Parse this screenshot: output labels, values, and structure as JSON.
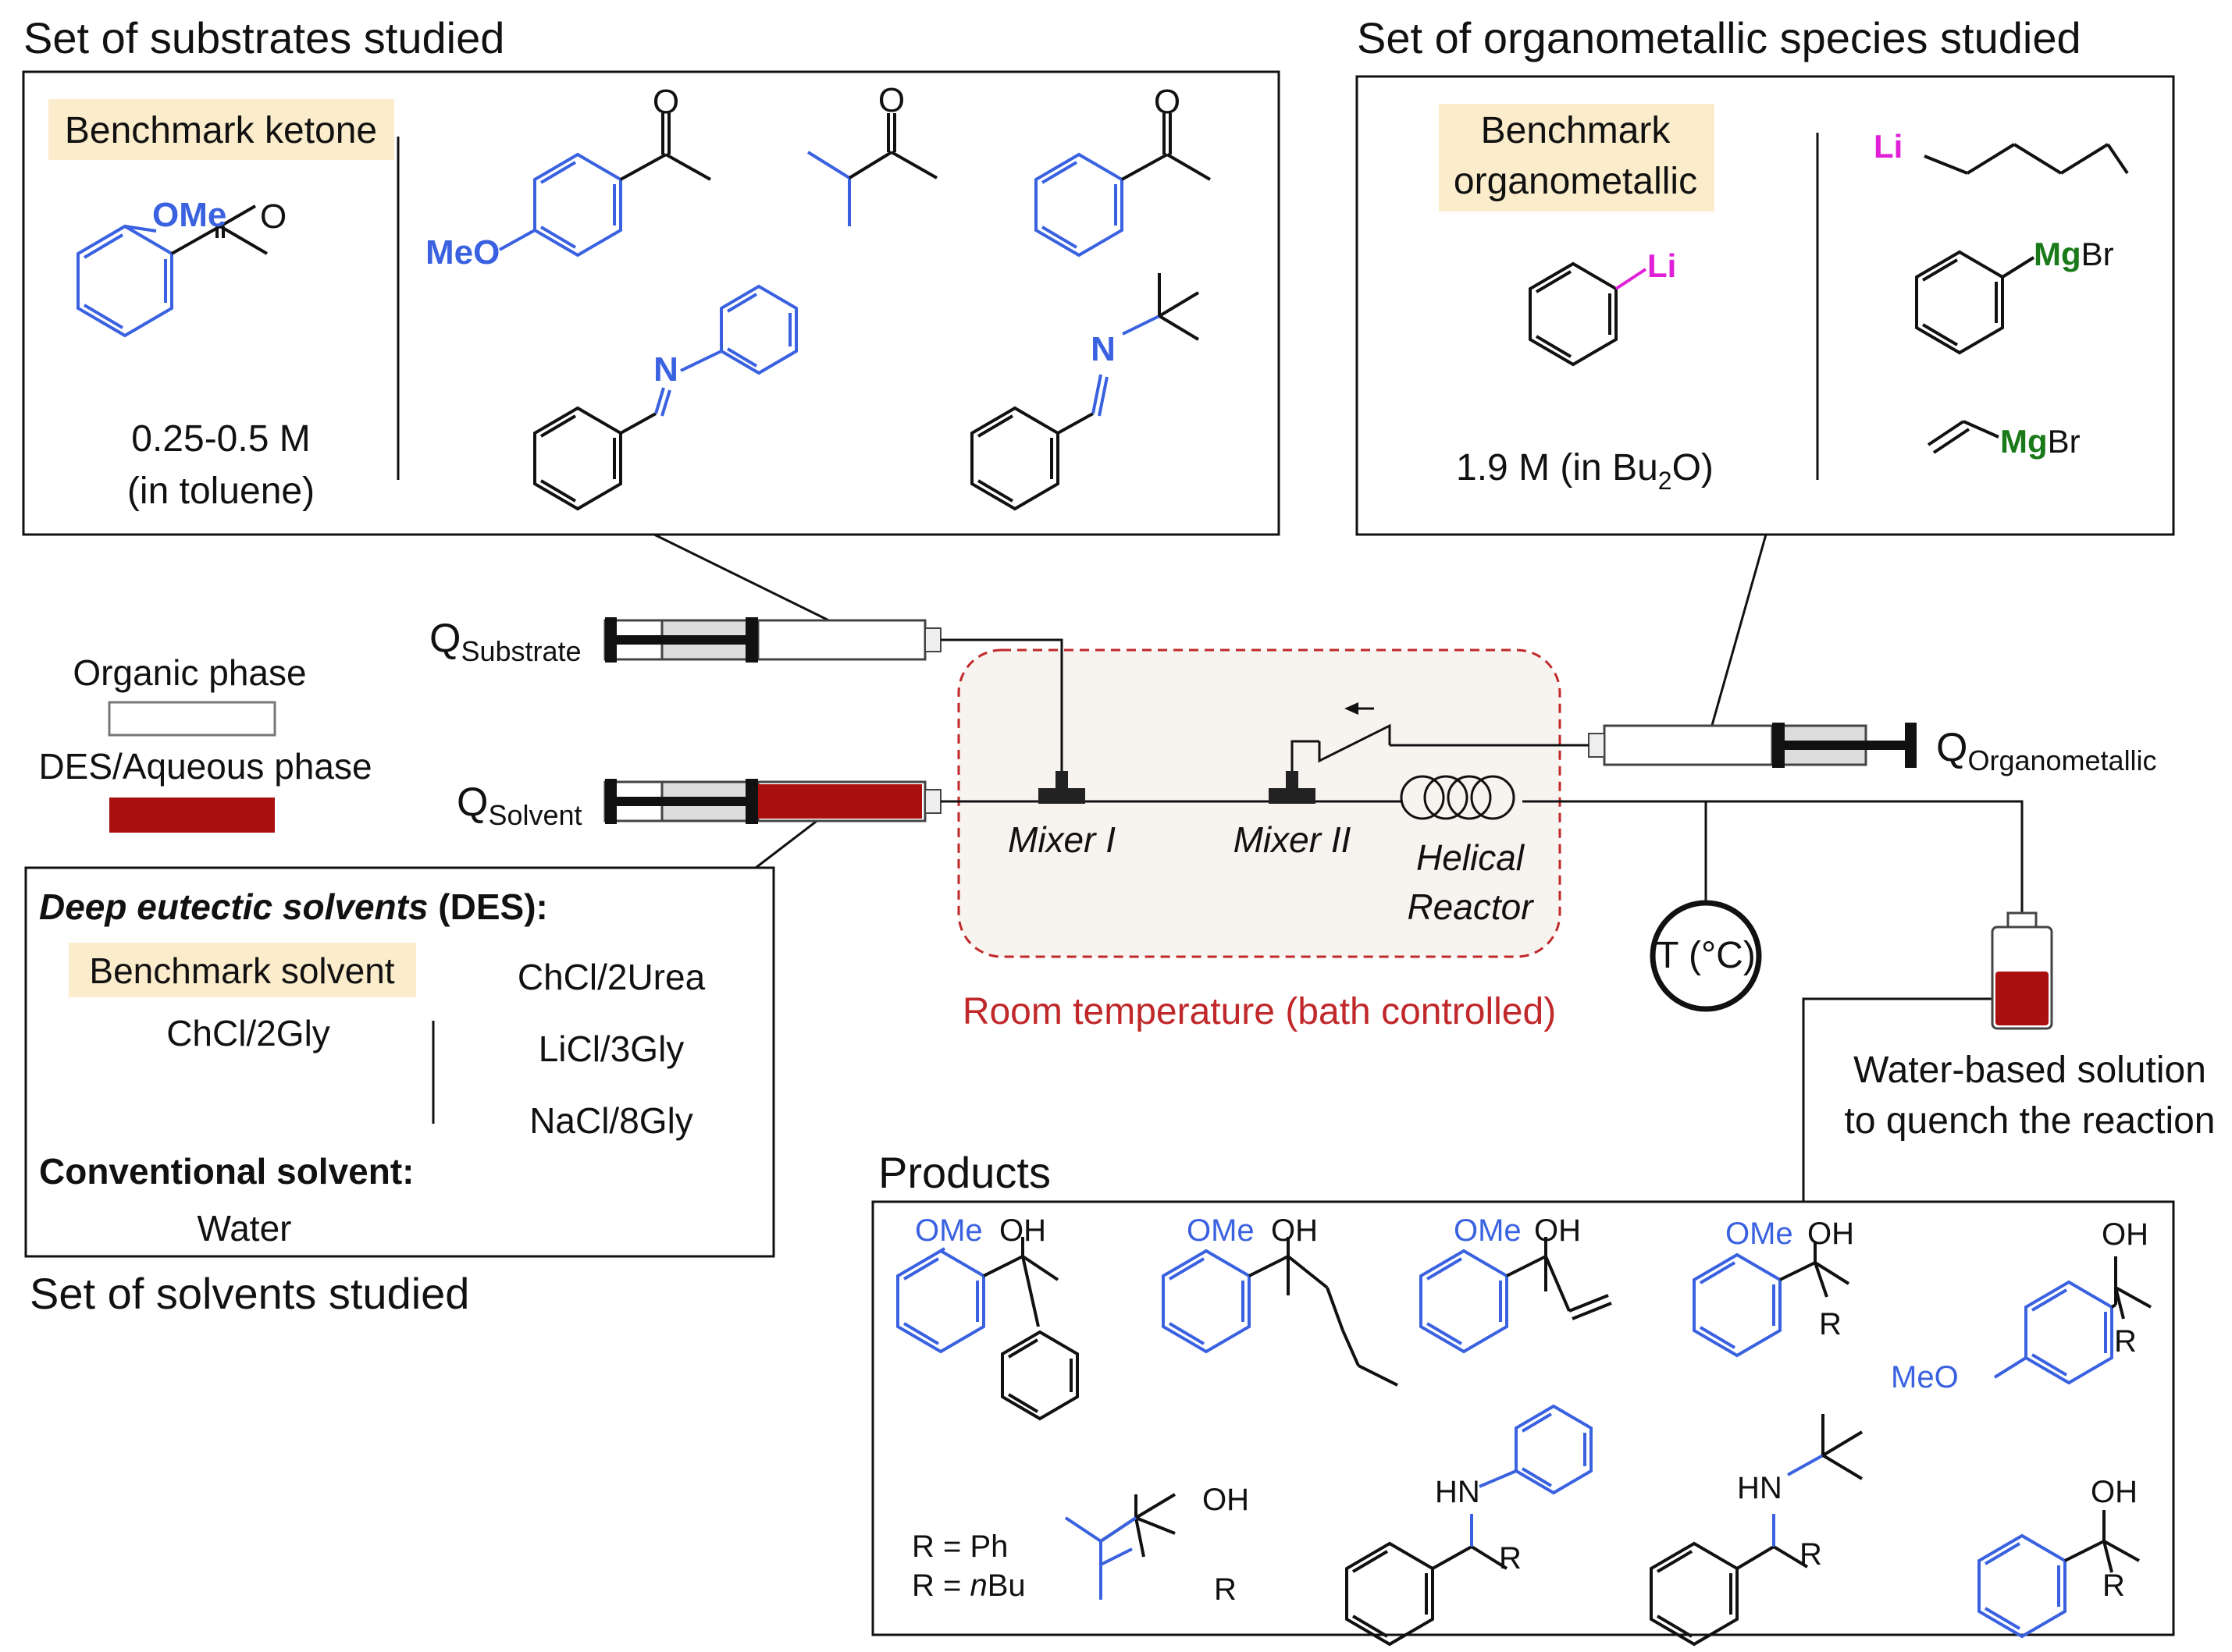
{
  "sections": {
    "substrates_title": "Set of substrates studied",
    "organometallic_title": "Set of organometallic species studied",
    "solvents_title": "Set of solvents studied",
    "products_title": "Products"
  },
  "substrates": {
    "benchmark_label": "Benchmark ketone",
    "concentration": "0.25-0.5 M",
    "concentration_solvent": "(in toluene)",
    "labels": {
      "ome": "OMe",
      "meo": "MeO",
      "o": "O",
      "n": "N"
    }
  },
  "organometallics": {
    "benchmark_label_line1": "Benchmark",
    "benchmark_label_line2": "organometallic",
    "concentration_prefix": "1.9 M (in Bu",
    "concentration_sub": "2",
    "concentration_suffix": "O)",
    "labels": {
      "li": "Li",
      "mg": "Mg",
      "br": "Br"
    }
  },
  "legend": {
    "organic_phase": "Organic phase",
    "des_phase": "DES/Aqueous phase"
  },
  "flow": {
    "q_substrate_main": "Q",
    "q_substrate_sub": "Substrate",
    "q_solvent_main": "Q",
    "q_solvent_sub": "Solvent",
    "q_organometallic_main": "Q",
    "q_organometallic_sub": "Organometallic",
    "mixer1": "Mixer I",
    "mixer2": "Mixer II",
    "helical_line1": "Helical",
    "helical_line2": "Reactor",
    "temperature": "T (°C)",
    "room_temp": "Room temperature (bath controlled)",
    "quench_line1": "Water-based solution",
    "quench_line2": "to quench the reaction"
  },
  "solvents": {
    "des_title": "Deep eutectic solvents",
    "des_abbrev": " (DES):",
    "benchmark_label": "Benchmark solvent",
    "benchmark_value": "ChCl/2Gly",
    "others": [
      "ChCl/2Urea",
      "LiCl/3Gly",
      "NaCl/8Gly"
    ],
    "conventional_title": "Conventional solvent:",
    "conventional_value": "Water"
  },
  "products": {
    "r_ph": "R = Ph",
    "r_nbu_prefix": "R = ",
    "r_nbu_italic": "n",
    "r_nbu_suffix": "Bu",
    "labels": {
      "ome": "OMe",
      "meo": "MeO",
      "oh": "OH",
      "r": "R",
      "hn": "HN"
    }
  },
  "colors": {
    "blue": "#3a62e0",
    "red_liquid": "#aa1010",
    "dashed_red": "#c0282a",
    "highlight": "#fbeccb",
    "magenta": "#e020d8",
    "green": "#1a7a1a",
    "bath_fill": "#f7f3ee"
  }
}
